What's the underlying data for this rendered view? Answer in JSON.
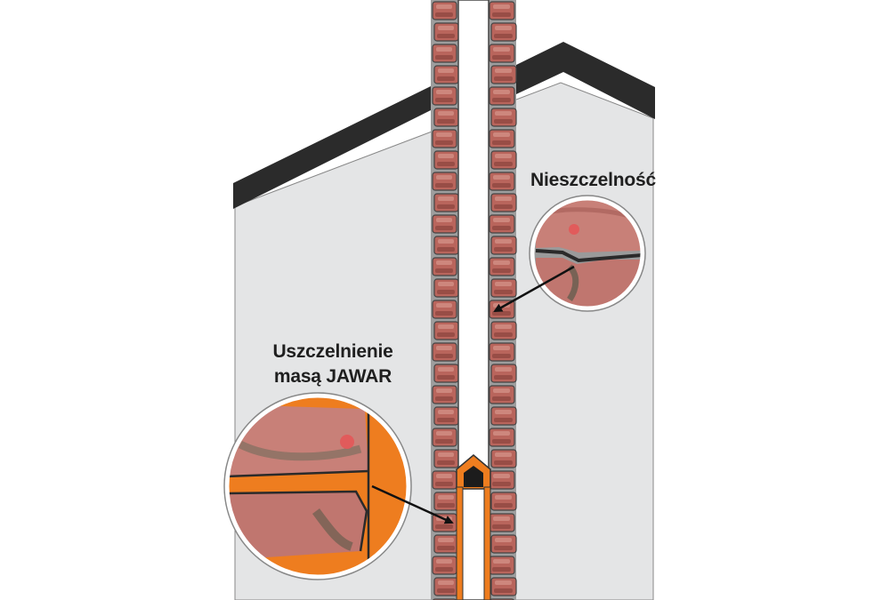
{
  "labels": {
    "leak": "Nieszczelność",
    "seal_line1": "Uszczelnienie",
    "seal_line2": "masą JAWAR"
  },
  "colors": {
    "wall": "#e4e5e6",
    "wall_outline": "#777777",
    "roof": "#2b2b2b",
    "brick": "#b9655c",
    "brick_dark": "#7e3b34",
    "brick_light": "#d6958c",
    "mortar": "#9d9d9d",
    "flue": "#ffffff",
    "sealant": "#ee7d1f",
    "arrow": "#111111",
    "text": "#1f1f1f"
  },
  "icons": {
    "leak_zoom": "magnifier-circle-crack",
    "seal_zoom": "magnifier-circle-sealed-joint",
    "pointer": "arrow"
  }
}
